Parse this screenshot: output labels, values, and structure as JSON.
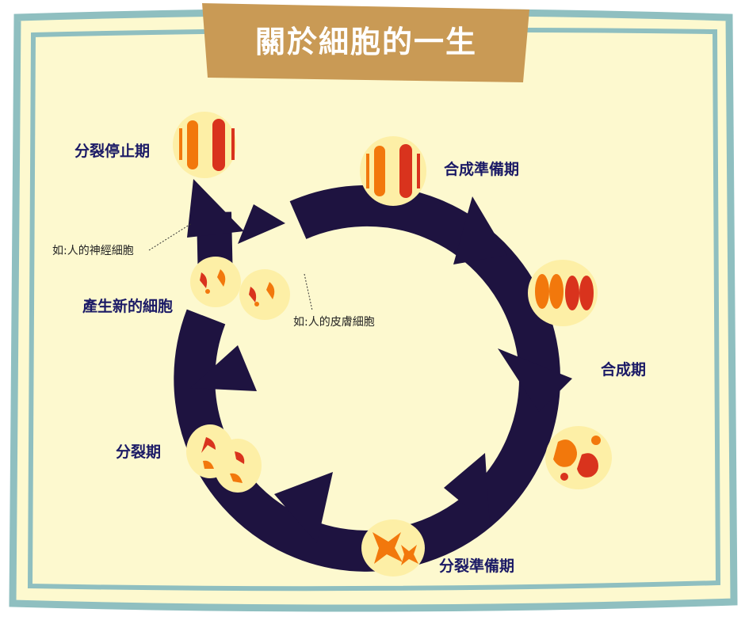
{
  "title": "關於細胞的一生",
  "stages": {
    "g0": "分裂停止期",
    "g1": "合成準備期",
    "s": "合成期",
    "g2": "分裂準備期",
    "m": "分裂期",
    "new_cells": "產生新的細胞"
  },
  "notes": {
    "nerve": "如:人的神經細胞",
    "skin": "如:人的皮膚細胞"
  },
  "colors": {
    "background": "#fdf9cf",
    "frame": "#8fbfc0",
    "banner": "#c99a55",
    "arrow": "#1e1340",
    "label": "#1b1a66",
    "cell": "#fdefa6",
    "chromosome": "#f2780c",
    "chromosome_dark": "#d9331d"
  }
}
